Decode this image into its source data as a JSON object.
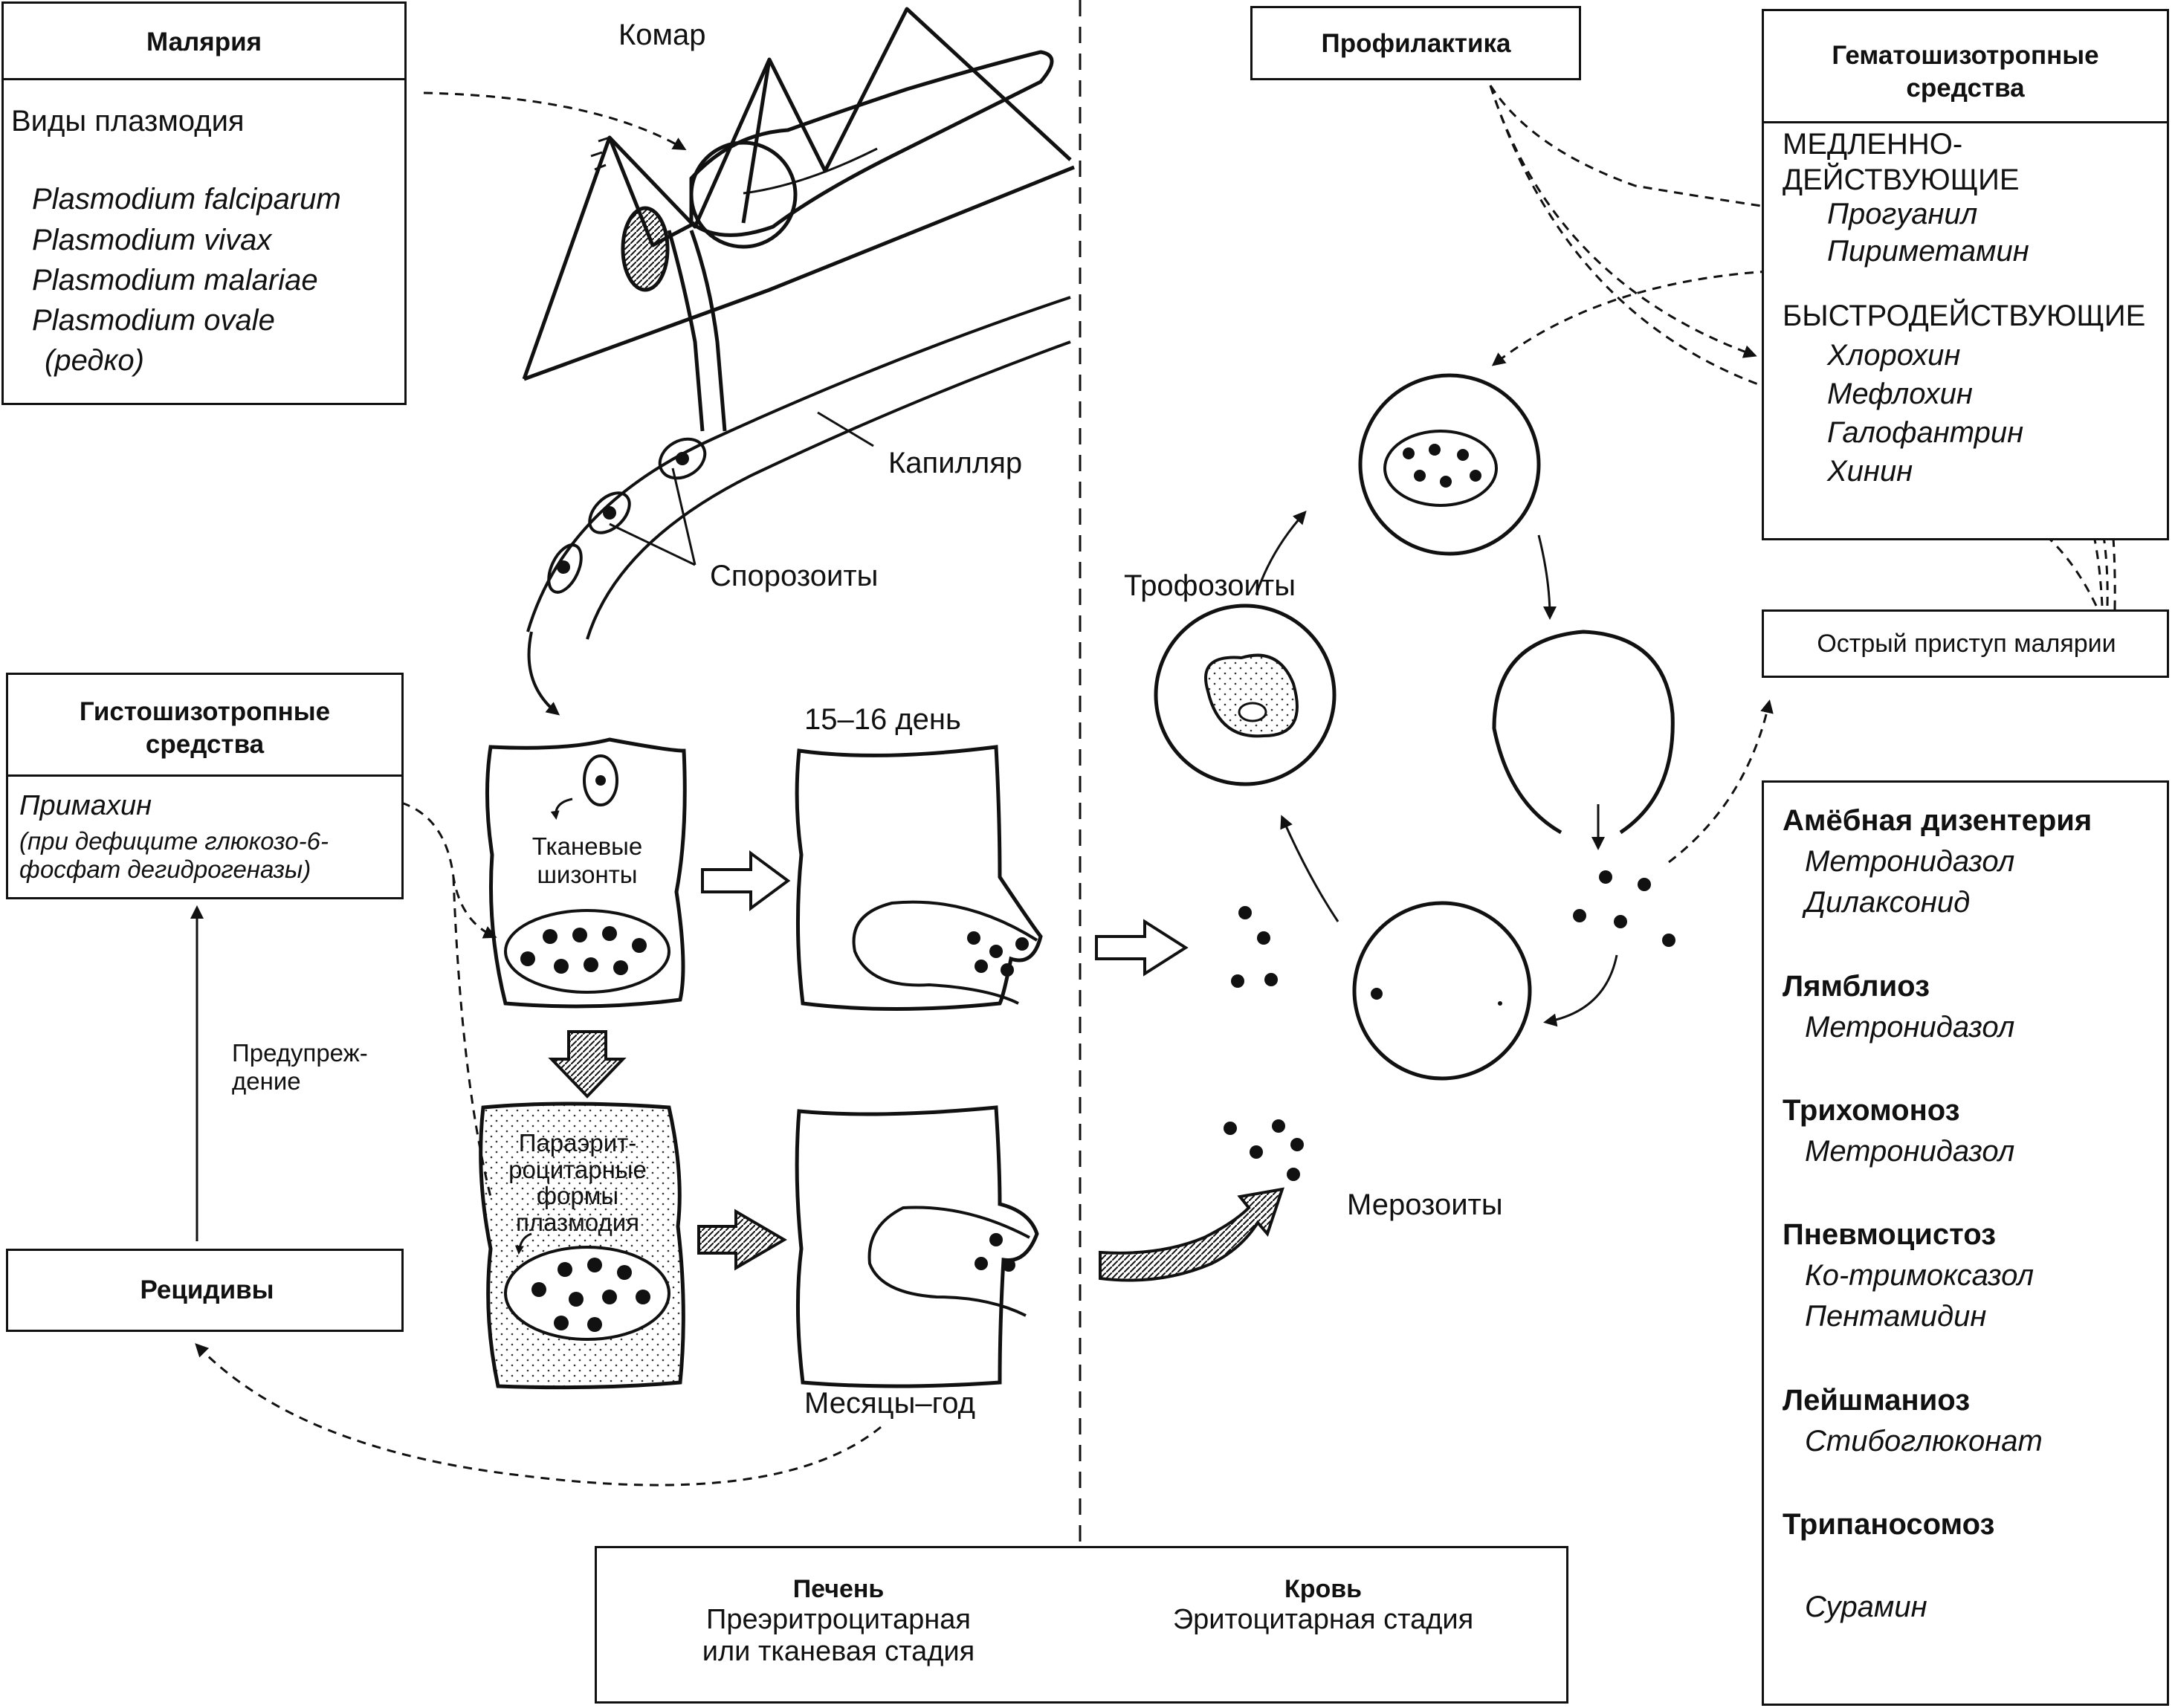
{
  "malaria_box": {
    "title": "Малярия",
    "subtitle": "Виды плазмодия",
    "species": [
      "Plasmodium falciparum",
      "Plasmodium vivax",
      "Plasmodium malariae",
      "Plasmodium ovale",
      "(редко)"
    ]
  },
  "labels": {
    "mosquito": "Комар",
    "capillary": "Капилляр",
    "sporozoites": "Спорозоиты",
    "tissue_schizonts": [
      "Тканевые",
      "шизонты"
    ],
    "day": "15–16 день",
    "paraerythrocytic": [
      "Параэрит-",
      "роцитарные",
      "формы",
      "плазмодия"
    ],
    "months": "Месяцы–год",
    "trophozoites": "Трофозоиты",
    "merozoites": "Мерозоиты",
    "warning": [
      "Предупреж-",
      "дение"
    ]
  },
  "histo_box": {
    "title": [
      "Гистошизотропные",
      "средства"
    ],
    "drug": "Примахин",
    "note": [
      "(при дефиците глюкозо-6-",
      "фосфат дегидрогеназы)"
    ]
  },
  "relapse_box": {
    "title": "Рецидивы"
  },
  "prophylaxis_box": {
    "title": "Профилактика"
  },
  "hemato_box": {
    "title": [
      "Гематошизотропные",
      "средства"
    ],
    "slow_header": [
      "МЕДЛЕННО-",
      "ДЕЙСТВУЮЩИЕ"
    ],
    "slow_drugs": [
      "Прогуанил",
      "Пириметамин"
    ],
    "fast_header": "БЫСТРОДЕЙСТВУЮЩИЕ",
    "fast_drugs": [
      "Хлорохин",
      "Мефлохин",
      "Галофантрин",
      "Хинин"
    ]
  },
  "acute_box": {
    "title": "Острый приступ малярии"
  },
  "diseases": [
    {
      "name": "Амёбная дизентерия",
      "drugs": [
        "Метронидазол",
        "Дилаксонид"
      ]
    },
    {
      "name": "Лямблиоз",
      "drugs": [
        "Метронидазол"
      ]
    },
    {
      "name": "Трихомоноз",
      "drugs": [
        "Метронидазол"
      ]
    },
    {
      "name": "Пневмоцистоз",
      "drugs": [
        "Ко-тримоксазол",
        "Пентамидин"
      ]
    },
    {
      "name": "Лейшманиоз",
      "drugs": [
        "Стибоглюконат"
      ]
    },
    {
      "name": "Трипаносомоз",
      "drugs": [
        "Сурамин"
      ]
    }
  ],
  "stage_box": {
    "liver_title": "Печень",
    "liver_desc": [
      "Преэритроцитарная",
      "или тканевая стадия"
    ],
    "blood_title": "Кровь",
    "blood_desc": "Эритоцитарная стадия"
  }
}
